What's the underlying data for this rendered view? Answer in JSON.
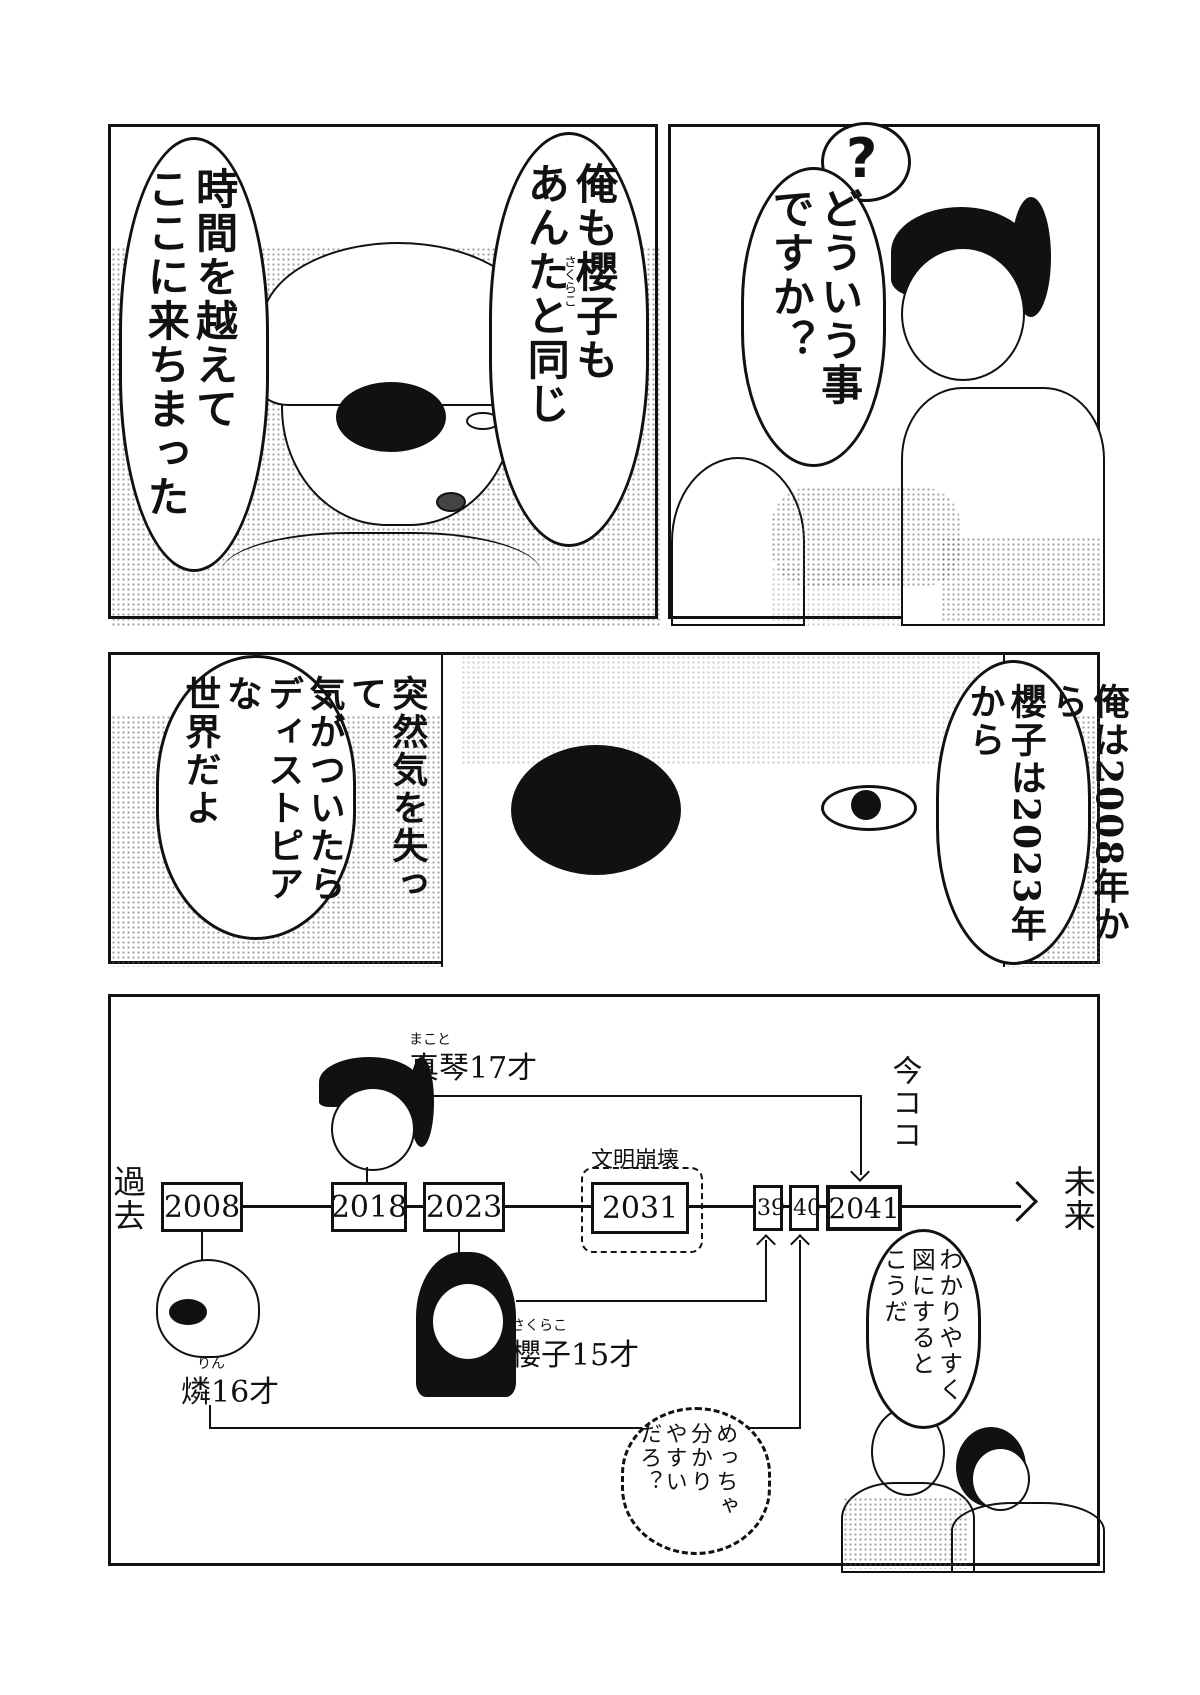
{
  "panel1": {
    "bubble_left": {
      "lines": [
        "時間を越えて",
        "ここに来ちまった"
      ]
    },
    "bubble_right": {
      "lines": [
        "俺も櫻子も",
        "あんたと同じ"
      ],
      "ruby_sakurako": "さくらこ"
    }
  },
  "panel2": {
    "question_mark": "?",
    "bubble": {
      "lines": [
        "どういう事",
        "ですか？"
      ]
    }
  },
  "panel3": {
    "bubble_right": {
      "lines": [
        "俺は2008年から",
        "櫻子は2023年から"
      ]
    },
    "bubble_left": {
      "lines": [
        "突然気を失って",
        "気がついたら",
        "ディストピアな",
        "世界だよ"
      ]
    }
  },
  "panel4": {
    "past": "過去",
    "future": "未来",
    "years": {
      "y2008": "2008",
      "y2018": "2018",
      "y2023": "2023",
      "y2031": "2031",
      "y39": "'39",
      "y40": "'40",
      "y2041": "2041"
    },
    "collapse_label": "文明崩壊",
    "now_label": "今ココ",
    "makoto": {
      "name": "真琴17才",
      "ruby": "まこと"
    },
    "sakurako": {
      "name": "櫻子15才",
      "ruby": "さくらこ"
    },
    "rin": {
      "name": "燐16才",
      "ruby": "りん"
    },
    "bubble_1": {
      "lines": [
        "わかりやすく",
        "図にすると",
        "こうだ"
      ]
    },
    "bubble_2": {
      "lines": [
        "めっちゃ",
        "分かり",
        "やすい",
        "だろ？"
      ]
    }
  }
}
